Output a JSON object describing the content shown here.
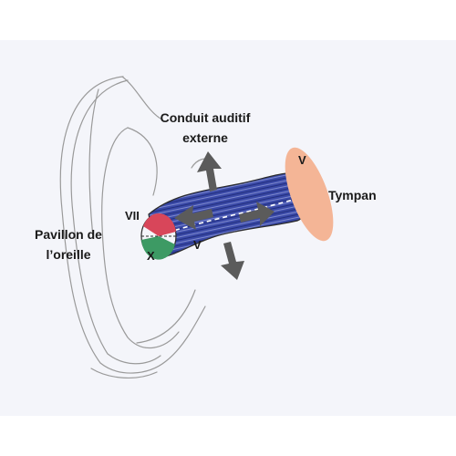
{
  "labels": {
    "canal": "Conduit auditif externe",
    "pinna": "Pavillon de l’oreille",
    "tympan": "Tympan"
  },
  "nerves": {
    "vii": "VII",
    "x": "X",
    "v_canal": "V",
    "v_tympan": "V"
  },
  "colors": {
    "background": "#f4f5fa",
    "canal_fill": "#3b4aa8",
    "tympan_fill": "#f4b596",
    "nerve_vii": "#d8465a",
    "nerve_x": "#3d9a64",
    "arrow": "#5b5b5b",
    "sketch": "#9a9a9a"
  },
  "icons": {
    "arrows": "arrow-icon"
  }
}
